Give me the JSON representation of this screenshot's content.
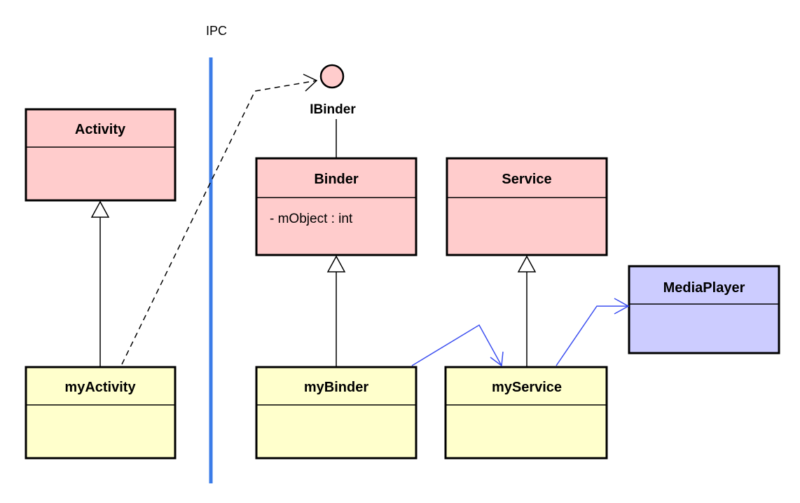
{
  "ipc_label": "IPC",
  "interface": {
    "name": "IBinder"
  },
  "classes": {
    "activity": {
      "name": "Activity"
    },
    "binder": {
      "name": "Binder",
      "attribute": "- mObject : int"
    },
    "service": {
      "name": "Service"
    },
    "mediaplayer": {
      "name": "MediaPlayer"
    },
    "myactivity": {
      "name": "myActivity"
    },
    "mybinder": {
      "name": "myBinder"
    },
    "myservice": {
      "name": "myService"
    }
  },
  "colors": {
    "framework_class": "#ffcccc",
    "user_class": "#ffffcc",
    "library_class": "#ccccff",
    "ipc_line": "#3b7ce8",
    "association": "#3b4ef0",
    "outline": "#000000"
  }
}
